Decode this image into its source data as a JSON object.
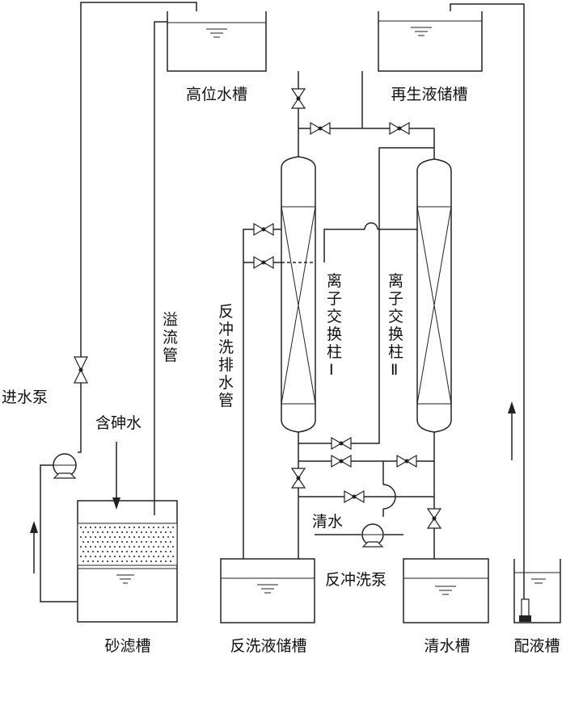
{
  "labels": {
    "high_tank": "高位水槽",
    "regen_tank": "再生液储槽",
    "sand_filter": "砂滤槽",
    "backwash_storage": "反洗液储槽",
    "clean_tank": "清水槽",
    "dosing_tank": "配液槽",
    "inlet_pump": "进水泵",
    "arsenic_water": "含砷水",
    "overflow_pipe": [
      "溢",
      "流",
      "管"
    ],
    "backwash_drain": [
      "反",
      "冲",
      "洗",
      "排",
      "水",
      "管"
    ],
    "column_1": [
      "离",
      "子",
      "交",
      "换",
      "柱",
      "Ⅰ"
    ],
    "column_2": [
      "离",
      "子",
      "交",
      "换",
      "柱",
      "Ⅱ"
    ],
    "clean_water": "清水",
    "backwash_pump": "反冲洗泵"
  }
}
